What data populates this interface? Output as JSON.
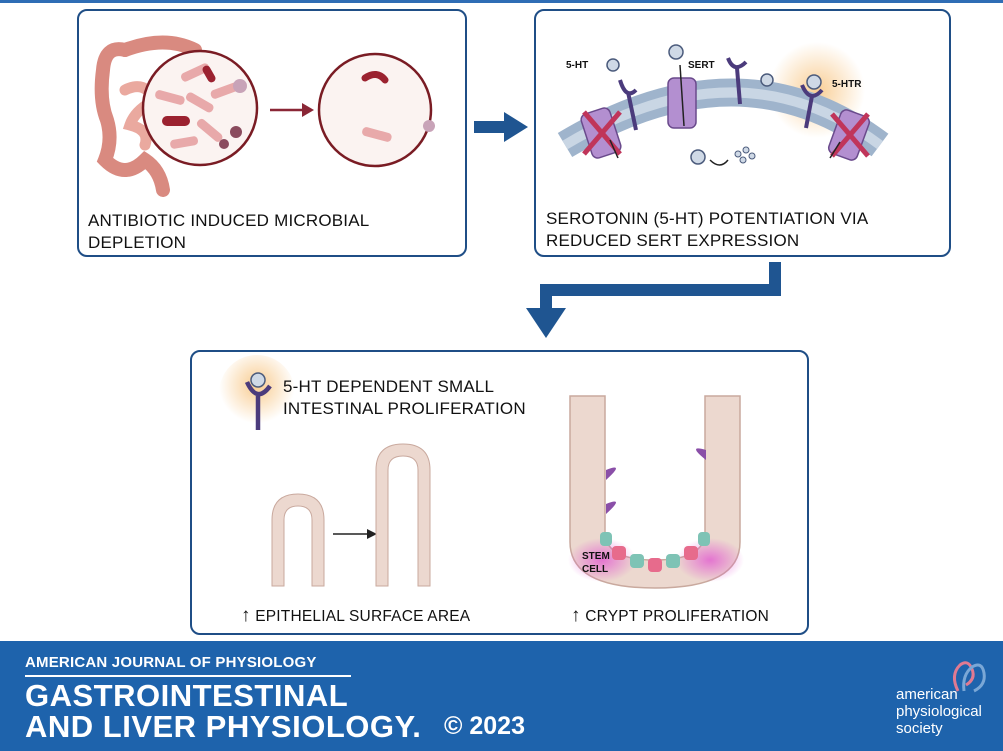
{
  "panel1": {
    "caption_line1": "ANTIBIOTIC INDUCED MICROBIAL",
    "caption_line2": "DEPLETION"
  },
  "panel2": {
    "caption_line1": "SEROTONIN (5-HT) POTENTIATION VIA",
    "caption_line2": "REDUCED SERT EXPRESSION",
    "label_5ht": "5-HT",
    "label_sert": "SERT",
    "label_5htr": "5-HTR"
  },
  "panel3": {
    "title_line1": "5-HT DEPENDENT SMALL",
    "title_line2": "INTESTINAL PROLIFERATION",
    "stem_line1": "STEM",
    "stem_line2": "CELL",
    "caption_left": "EPITHELIAL SURFACE AREA",
    "caption_right": "CRYPT PROLIFERATION",
    "up_arrow": "↑"
  },
  "footer": {
    "journal": "AMERICAN JOURNAL OF PHYSIOLOGY",
    "title_line1": "GASTROINTESTINAL",
    "title_line2": "AND LIVER PHYSIOLOGY.",
    "copyright": "© 2023",
    "society_line1": "american",
    "society_line2": "physiological",
    "society_line3": "society"
  },
  "colors": {
    "frame": "#1f4e86",
    "footer": "#1e63ac",
    "arrow": "#1f5591",
    "membrane": "#9fb4cc",
    "receptor": "#b38fd0",
    "inhibit": "#c0355a",
    "tissue": "#ecd8cf",
    "bacteria": "#e8a9aa"
  }
}
